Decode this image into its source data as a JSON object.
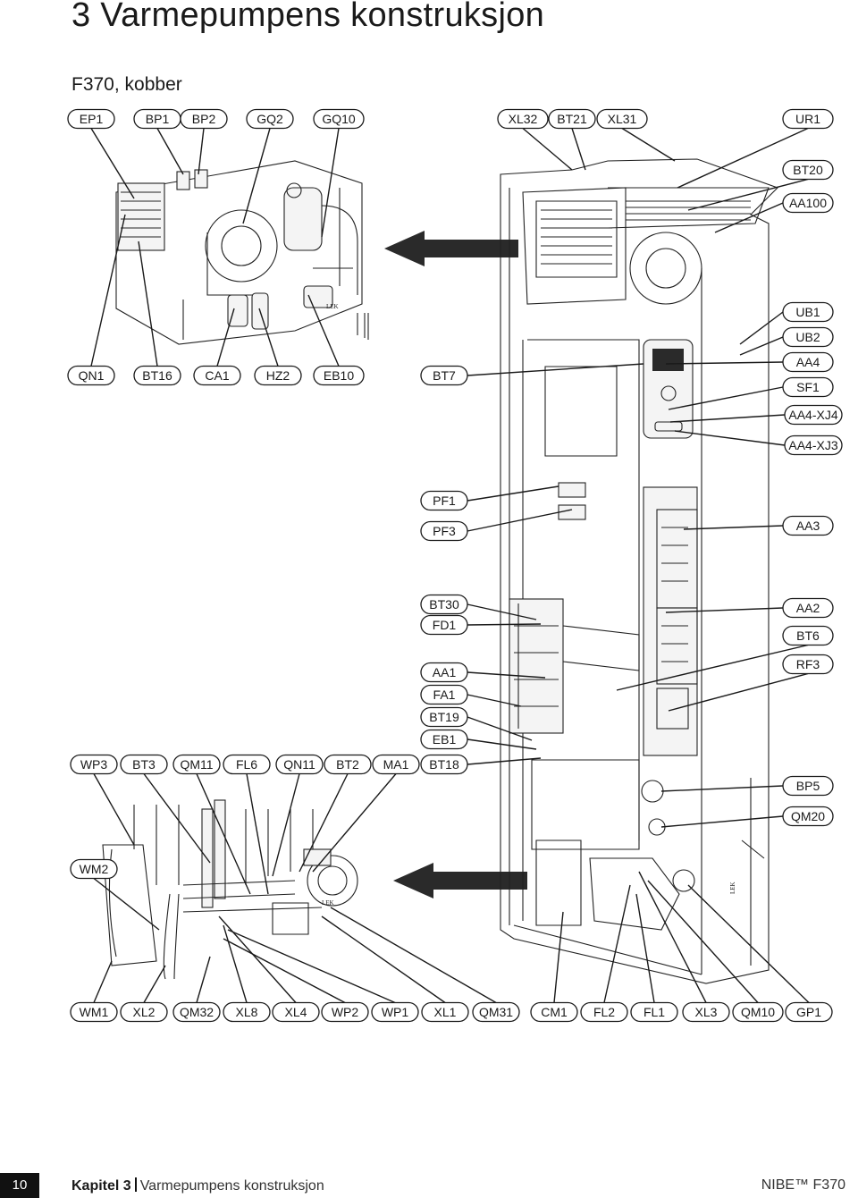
{
  "title": "3 Varmepumpens konstruksjon",
  "subtitle": "F370, kobber",
  "labels": {
    "EP1": "EP1",
    "BP1": "BP1",
    "BP2": "BP2",
    "GQ2": "GQ2",
    "GQ10": "GQ10",
    "XL32": "XL32",
    "BT21": "BT21",
    "XL31": "XL31",
    "UR1": "UR1",
    "BT20": "BT20",
    "AA100": "AA100",
    "QN1": "QN1",
    "BT16": "BT16",
    "CA1": "CA1",
    "HZ2": "HZ2",
    "EB10": "EB10",
    "BT7": "BT7",
    "UB1": "UB1",
    "UB2": "UB2",
    "AA4": "AA4",
    "SF1": "SF1",
    "AA4_XJ4": "AA4-XJ4",
    "AA4_XJ3": "AA4-XJ3",
    "PF1": "PF1",
    "PF3": "PF3",
    "AA3": "AA3",
    "BT30": "BT30",
    "FD1": "FD1",
    "AA2": "AA2",
    "BT6": "BT6",
    "AA1": "AA1",
    "RF3": "RF3",
    "FA1": "FA1",
    "BT19": "BT19",
    "EB1": "EB1",
    "BT18": "BT18",
    "WP3": "WP3",
    "BT3": "BT3",
    "QM11": "QM11",
    "FL6": "FL6",
    "QN11": "QN11",
    "BT2": "BT2",
    "MA1": "MA1",
    "BP5": "BP5",
    "QM20": "QM20",
    "WM2": "WM2",
    "WM1": "WM1",
    "XL2": "XL2",
    "QM32": "QM32",
    "XL8": "XL8",
    "XL4": "XL4",
    "WP2": "WP2",
    "WP1": "WP1",
    "XL1": "XL1",
    "QM31": "QM31",
    "CM1": "CM1",
    "FL2": "FL2",
    "FL1": "FL1",
    "XL3": "XL3",
    "QM10": "QM10",
    "GP1": "GP1"
  },
  "drawing_marks": {
    "lek_top": "LEK",
    "lek_bottom": "LEK",
    "lek_side": "LEK"
  },
  "footer": {
    "page_number": "10",
    "chapter_label": "Kapitel 3",
    "chapter_title": "Varmepumpens konstruksjon",
    "brand": "NIBE™ F370"
  }
}
